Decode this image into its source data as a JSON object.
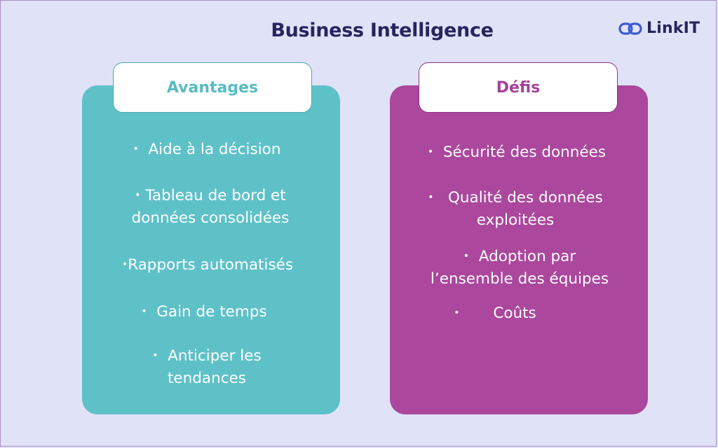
{
  "title": "Business Intelligence",
  "logo": {
    "text": "LinkIT",
    "icon": "chain-link-icon",
    "color": "#262560"
  },
  "colors": {
    "background": "#e0e2f8",
    "advantages_card": "#5fc1c8",
    "challenges_card": "#ab479d",
    "title": "#262560"
  },
  "bullet": "•",
  "advantages": {
    "label": "Avantages",
    "items": [
      {
        "line1": "Aide à la décision",
        "line2": ""
      },
      {
        "line1": "Tableau de bord et",
        "line2": "données consolidées"
      },
      {
        "line1": "Rapports automatisés",
        "line2": ""
      },
      {
        "line1": "Gain de temps",
        "line2": ""
      },
      {
        "line1": "Anticiper les",
        "line2": "tendances"
      }
    ]
  },
  "challenges": {
    "label": "Défis",
    "items": [
      {
        "line1": "Sécurité des données",
        "line2": ""
      },
      {
        "line1": "Qualité des données",
        "line2": "exploitées"
      },
      {
        "line1": "Adoption par",
        "line2": "l’ensemble des équipes"
      },
      {
        "line1": "Coûts",
        "line2": ""
      }
    ]
  }
}
